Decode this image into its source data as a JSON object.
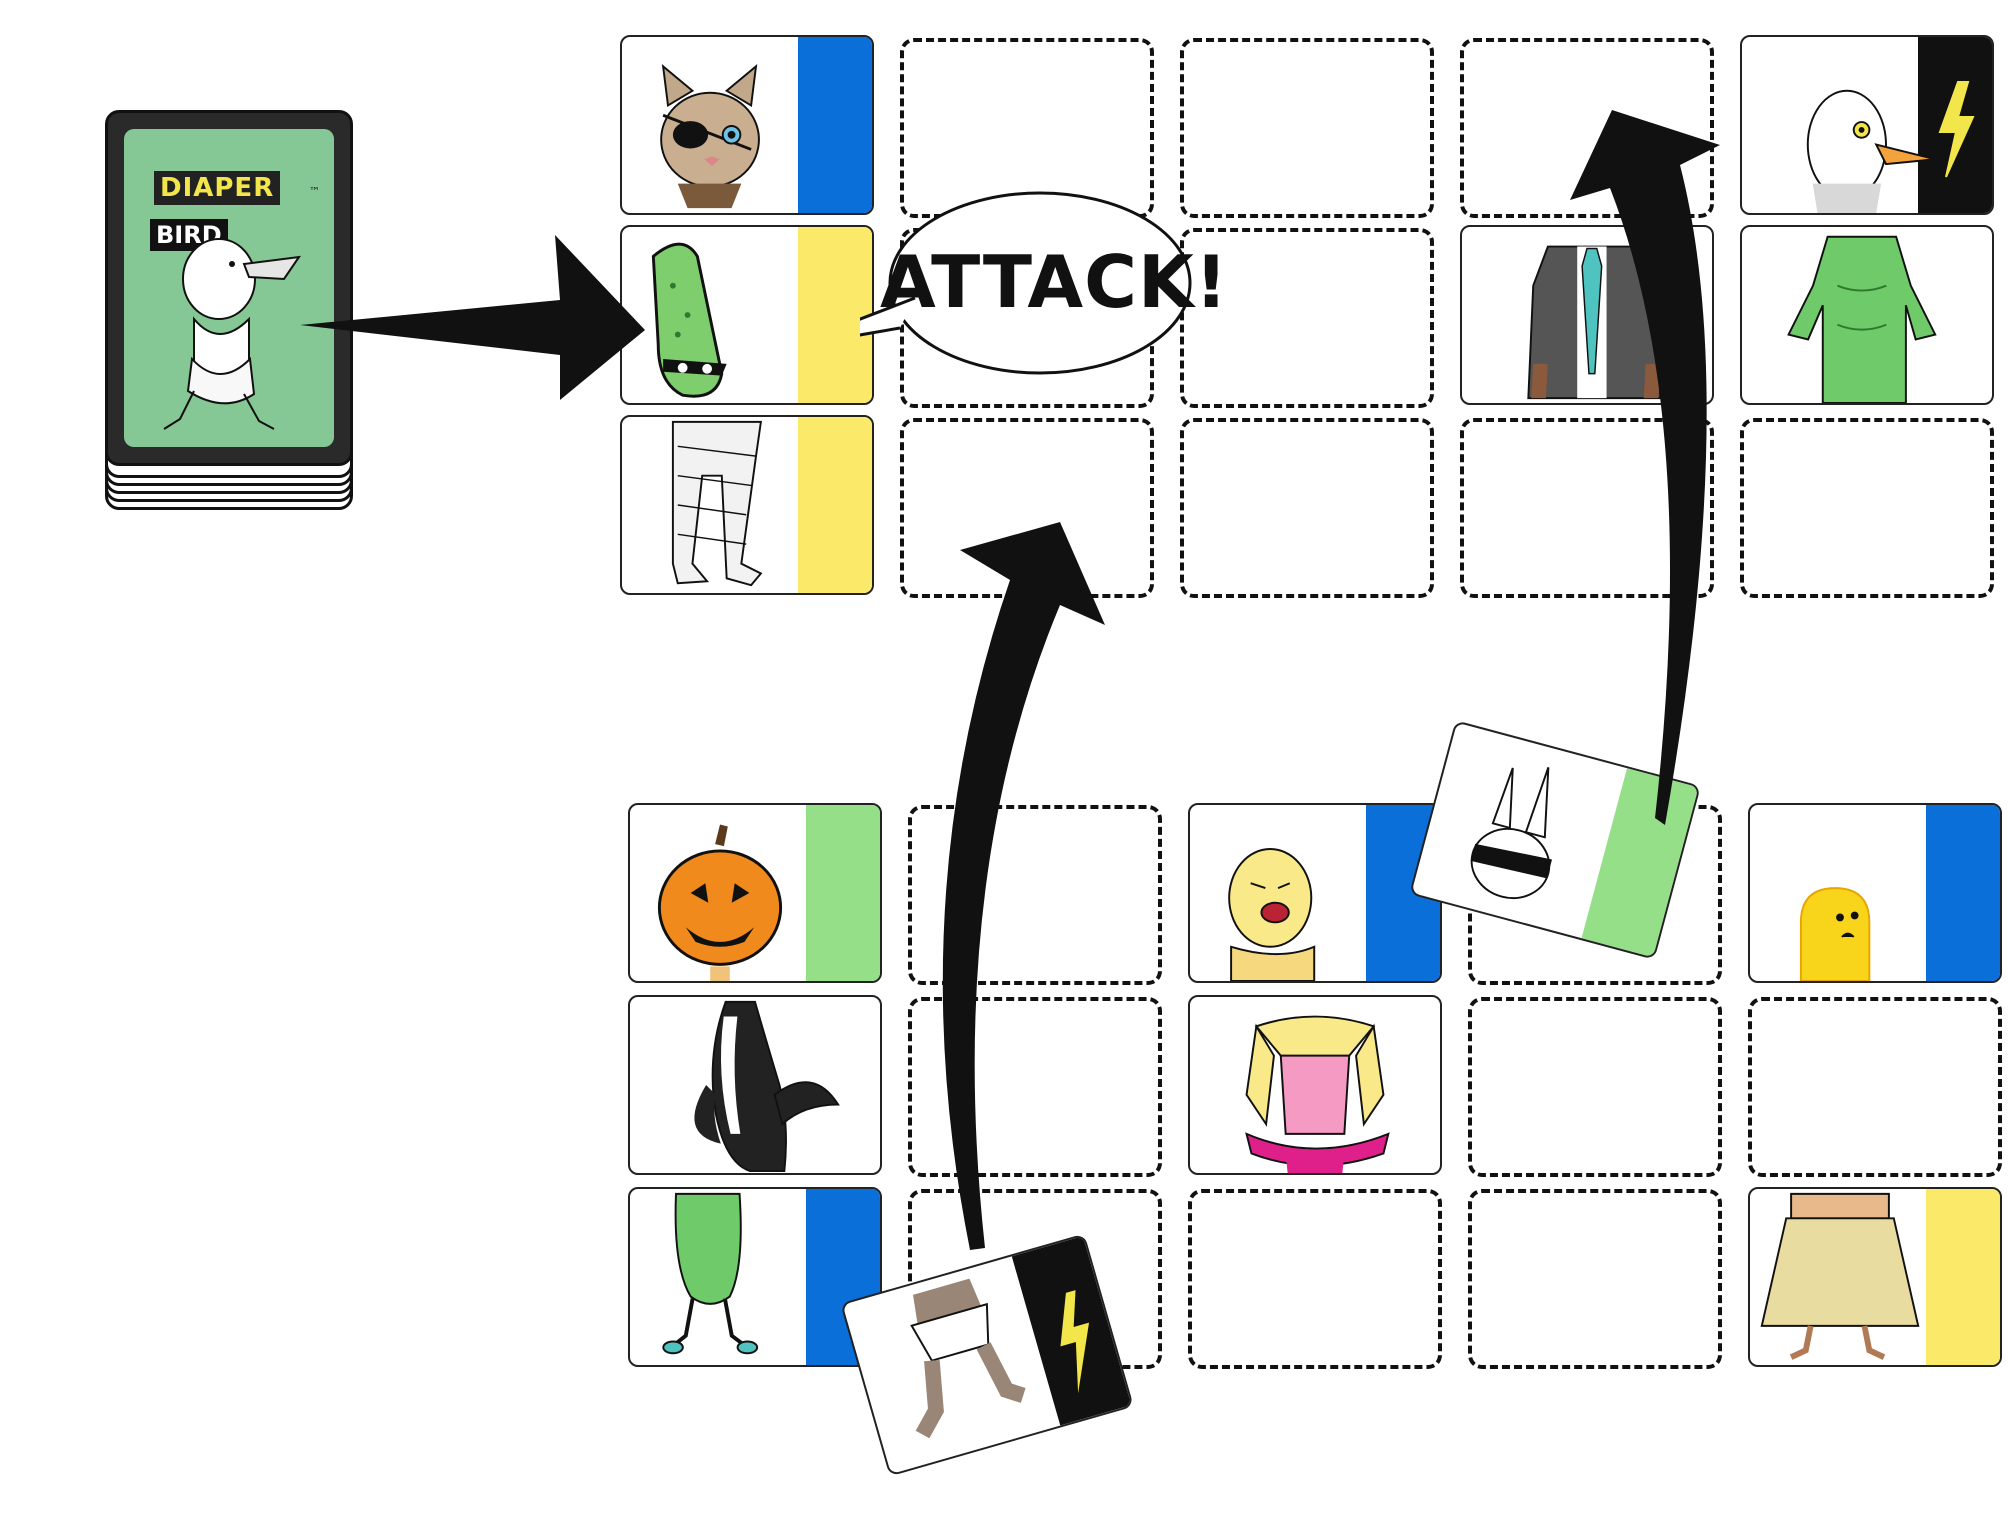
{
  "deck": {
    "logo_word1": "DIAPER",
    "logo_word2": "BIRD",
    "trademark": "™",
    "face_color": "#86c895"
  },
  "speech_bubble": {
    "text": "ATTACK!"
  },
  "colors": {
    "blue": "#0a6fd8",
    "yellow": "#fbe96a",
    "green": "#95df89",
    "black": "#111111",
    "lightning": "#f3e64a"
  },
  "opponent_board": {
    "cards": [
      {
        "name": "cat-head",
        "band": "blue",
        "icon": "cat-eyepatch-icon"
      },
      {
        "name": "pickle-bandit-body",
        "band": "yellow",
        "icon": "pickle-icon"
      },
      {
        "name": "mummy-legs",
        "band": "yellow",
        "icon": "mummy-legs-icon"
      },
      {
        "name": "seagull-head",
        "band": "black",
        "icon": "seagull-icon",
        "special": "lightning-icon"
      },
      {
        "name": "suit-body",
        "band": "none",
        "icon": "suit-tie-icon"
      },
      {
        "name": "green-monster-body",
        "band": "none",
        "icon": "green-monster-icon"
      }
    ]
  },
  "player_board": {
    "cards": [
      {
        "name": "pumpkin-head",
        "band": "green",
        "icon": "pumpkin-icon"
      },
      {
        "name": "crying-baby-head",
        "band": "blue",
        "icon": "crying-baby-icon"
      },
      {
        "name": "yellow-blob-head",
        "band": "blue",
        "icon": "yellow-blob-icon"
      },
      {
        "name": "orca-body",
        "band": "none",
        "icon": "orca-icon"
      },
      {
        "name": "ballerina-body",
        "band": "none",
        "icon": "tutu-icon"
      },
      {
        "name": "pickle-legs",
        "band": "blue",
        "icon": "pickle-legs-icon"
      },
      {
        "name": "grass-skirt-legs",
        "band": "yellow",
        "icon": "grass-skirt-icon"
      }
    ],
    "moving_cards": [
      {
        "name": "bunny-head",
        "band": "green",
        "icon": "masked-bunny-icon"
      },
      {
        "name": "diaper-legs",
        "band": "black",
        "icon": "diaper-legs-icon",
        "special": "lightning-icon"
      }
    ]
  }
}
